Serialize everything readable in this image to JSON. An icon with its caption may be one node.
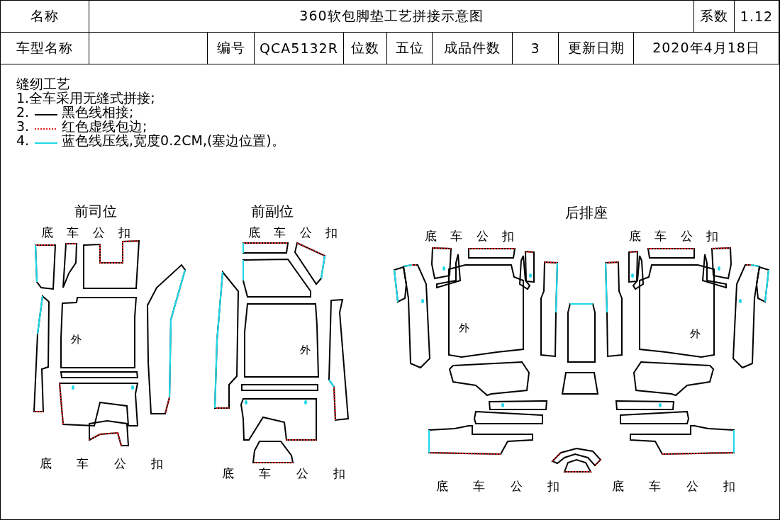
{
  "diagram": {
    "title": "360软包脚垫工艺拼接示意图",
    "nodes": [
      {
        "text": [
          "外"
        ]
      },
      {
        "text": [
          "外"
        ]
      },
      {
        "text": [
          "外"
        ]
      },
      {
        "text": [
          "外"
        ]
      }
    ],
    "labels": [
      "名称",
      "系数",
      "1.12",
      "车型名称",
      "编号",
      "QCA5132R",
      "位数",
      "五位",
      "成品件数",
      "3",
      "更新日期",
      "2020年4月18日",
      "缝纫工艺",
      "1.全车采用无缝式拼接;",
      "2.",
      "3.",
      "4.",
      "前司位",
      "底 车 公 扣",
      "前副位",
      "底 车 公 扣",
      "后排座",
      "底 车 公 扣",
      "底 车 公 扣",
      "底 车 公 扣",
      "底 车 公 扣",
      "底 车 公 扣",
      "底 车 公 扣"
    ],
    "legend": [
      {
        "text": "黑色线相接;"
      },
      {
        "text": "红色虚线包边;"
      },
      {
        "text": "蓝色线压线,宽度0.2CM,(塞边位置)。"
      }
    ]
  }
}
